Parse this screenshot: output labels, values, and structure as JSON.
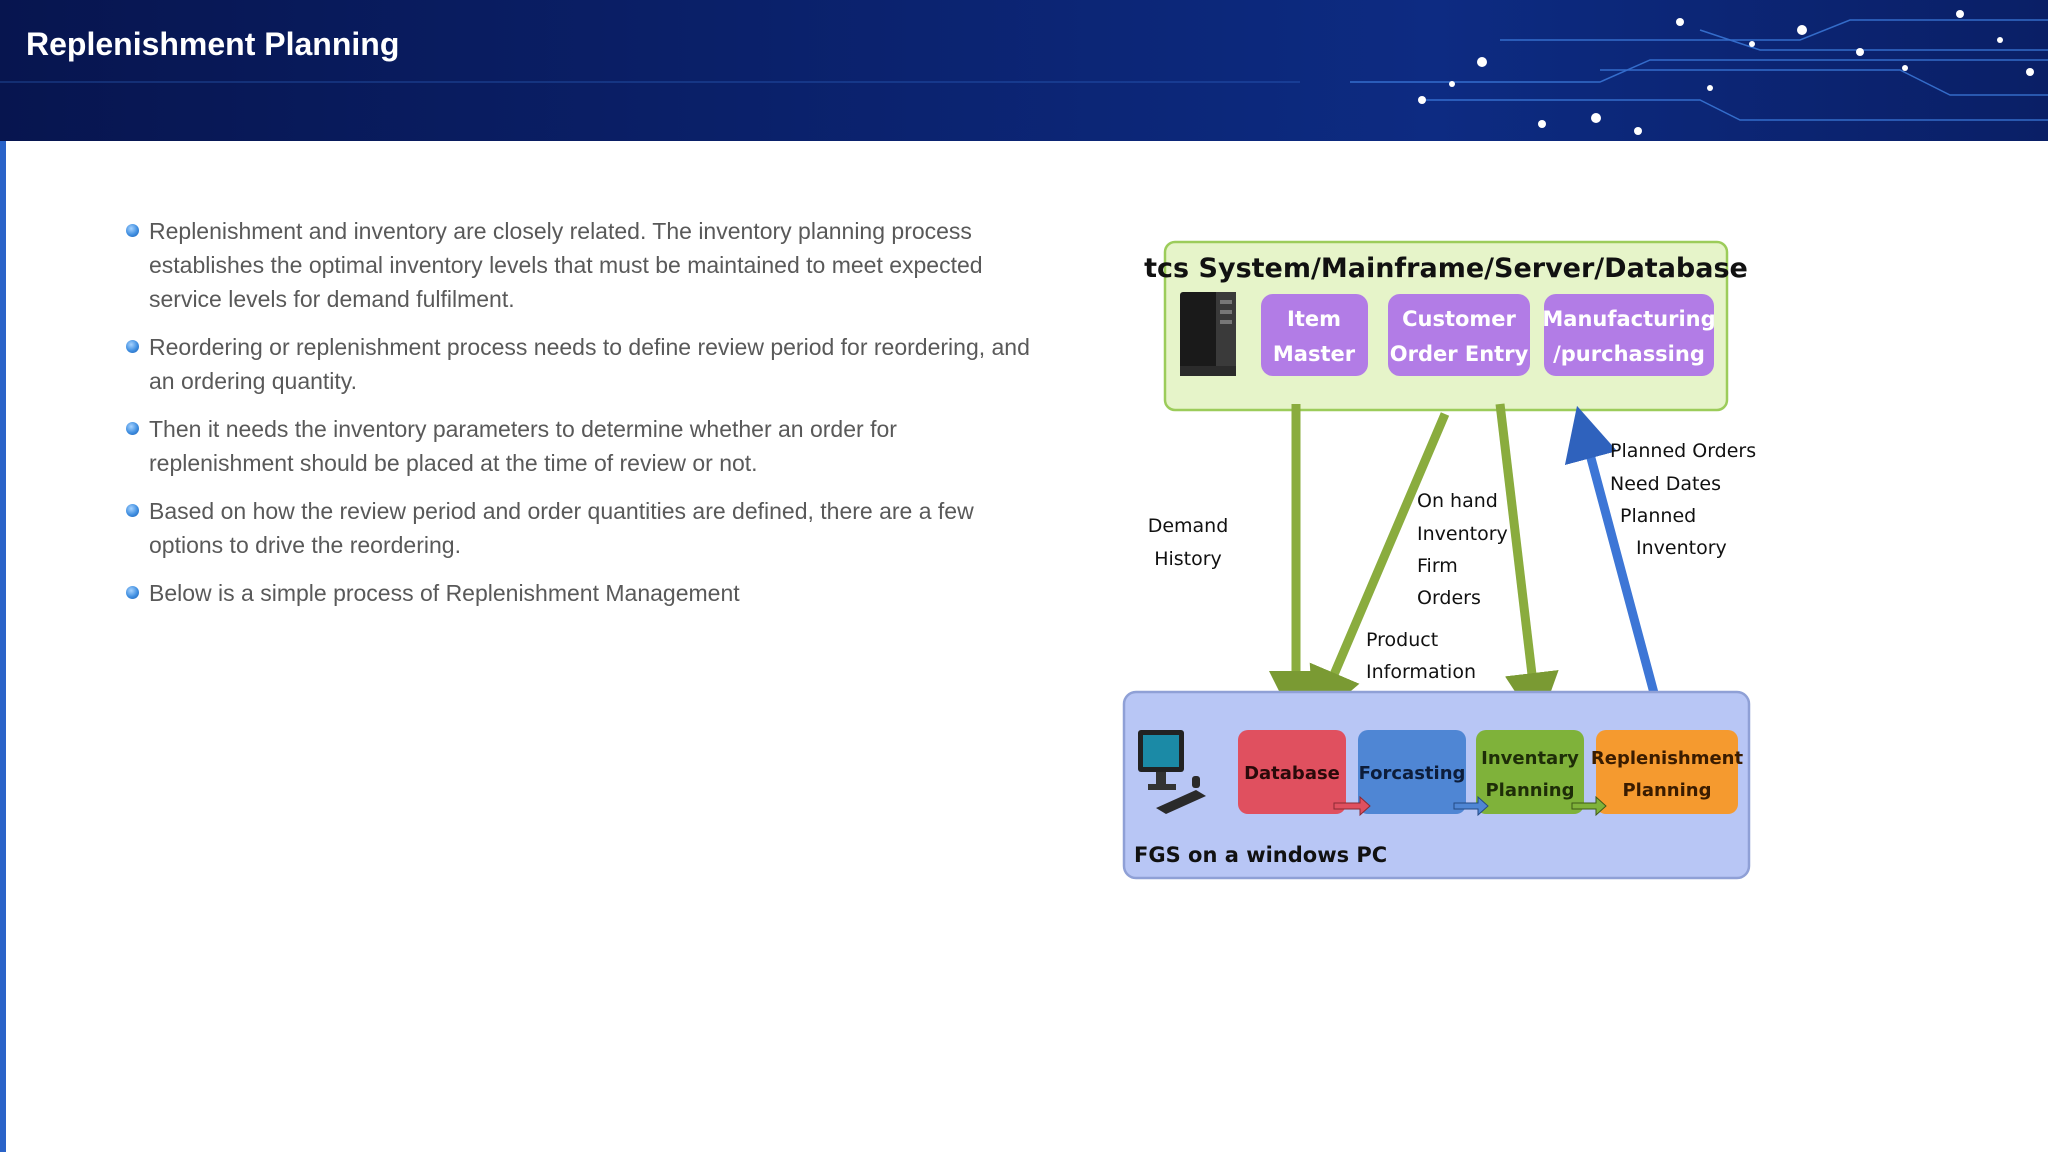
{
  "slide": {
    "title": "Replenishment Planning",
    "bullets": [
      "Replenishment and inventory are closely related. The inventory planning process establishes the optimal inventory levels that must be maintained to meet expected service levels for demand fulfilment.",
      "Reordering or replenishment process needs to define review period for reordering, and an ordering quantity.",
      "Then it needs the inventory parameters to determine whether an order for replenishment should be placed at the time of review or not.",
      "Based on how the review period and order quantities are defined, there are a few options to drive the reordering.",
      "Below is a simple process of Replenishment Management"
    ]
  },
  "diagram": {
    "top_box": {
      "title": "tcs System/Mainframe/Server/Database",
      "modules": [
        {
          "line1": "Item",
          "line2": "Master"
        },
        {
          "line1": "Customer",
          "line2": "Order Entry"
        },
        {
          "line1": "Manufacturing",
          "line2": "/purchassing"
        }
      ],
      "icon": "server-tower-icon"
    },
    "bottom_box": {
      "caption": "FGS on a windows PC",
      "icon": "desktop-computer-icon",
      "modules": [
        {
          "line1": "Database",
          "line2": "",
          "color": "#e0505f"
        },
        {
          "line1": "Forcasting",
          "line2": "",
          "color": "#4f86d4"
        },
        {
          "line1": "Inventary",
          "line2": "Planning",
          "color": "#7fb23a"
        },
        {
          "line1": "Replenishment",
          "line2": "Planning",
          "color": "#f59a2f"
        }
      ]
    },
    "flow_labels": {
      "demand_history": [
        "Demand",
        "History"
      ],
      "on_hand": [
        "On hand",
        "Inventory",
        "Firm",
        "Orders"
      ],
      "product_info": [
        "Product",
        "Information"
      ],
      "planned_orders": [
        "Planned Orders",
        "Need Dates",
        "Planned",
        "Inventory"
      ]
    },
    "colors": {
      "top_box_fill": "#e6f4c9",
      "top_box_border": "#9ccc5a",
      "module_purple": "#b27ce6",
      "bottom_box_fill": "#b8c6f5",
      "bottom_box_border": "#8fa0d6",
      "arrow_green": "#8aac3e",
      "arrow_blue": "#3d76d6"
    }
  }
}
